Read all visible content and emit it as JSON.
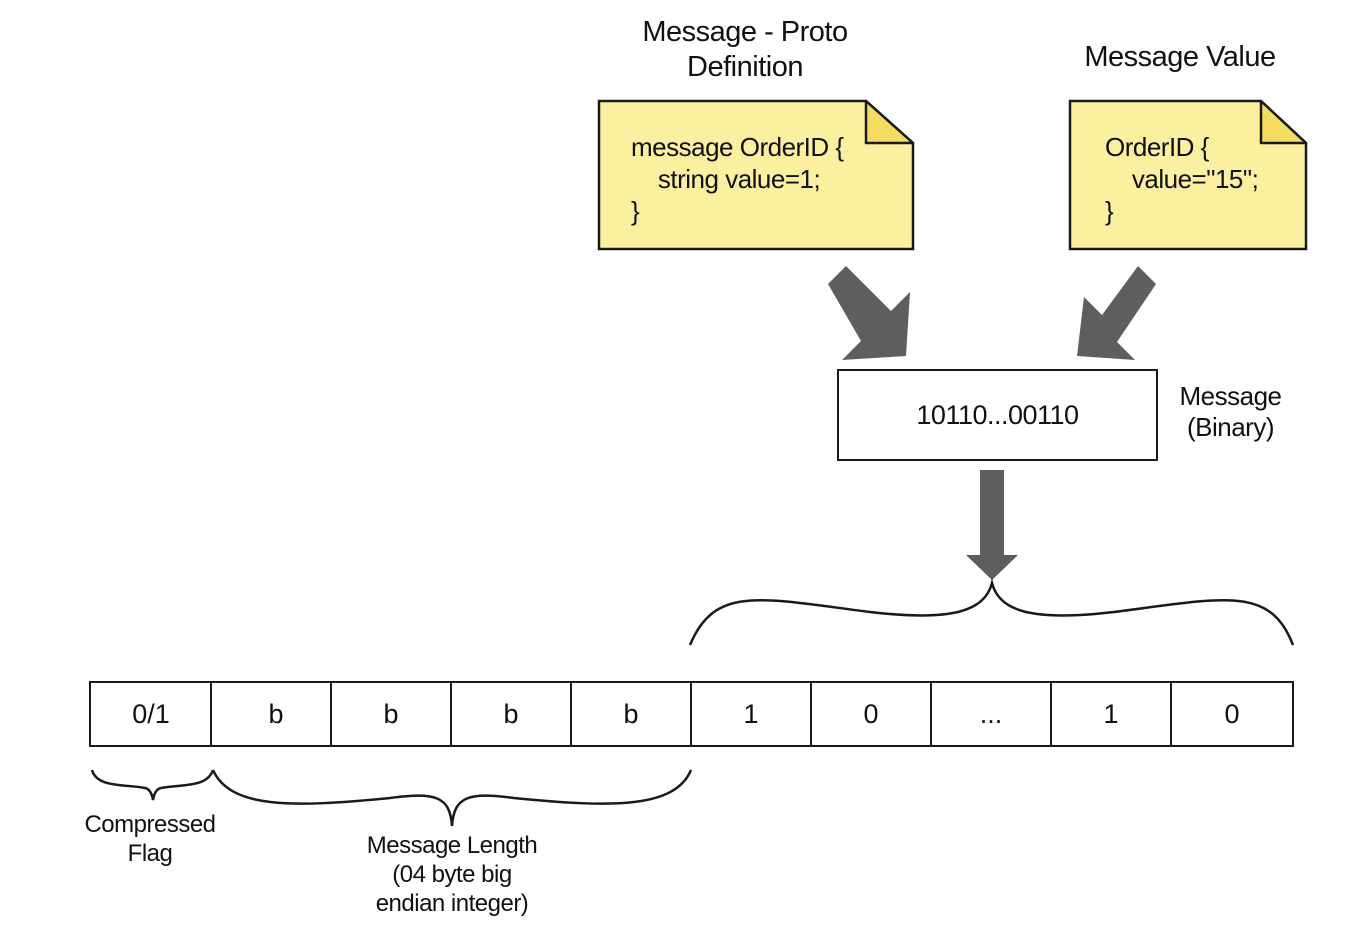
{
  "proto_note": {
    "title_line1": "Message - Proto",
    "title_line2": "Definition",
    "code_lines": [
      "message OrderID {",
      "    string value=1;",
      "}"
    ]
  },
  "value_note": {
    "title": "Message Value",
    "code_lines": [
      "OrderID {",
      "    value=\"15\";",
      "}"
    ]
  },
  "binary_message": {
    "text": "10110...00110",
    "label_line1": "Message",
    "label_line2": "(Binary)"
  },
  "frame": {
    "cells": [
      "0/1",
      "b",
      "b",
      "b",
      "b",
      "1",
      "0",
      "...",
      "1",
      "0"
    ]
  },
  "compressed_flag": {
    "line1": "Compressed",
    "line2": "Flag"
  },
  "message_length": {
    "line1": "Message Length",
    "line2": "(04 byte big",
    "line3": "endian integer)"
  },
  "colors": {
    "note_fill": "#FAF0A0",
    "note_fold": "#F3DC5F",
    "arrow": "#5E5E5E",
    "stroke": "#1A1A1A"
  }
}
